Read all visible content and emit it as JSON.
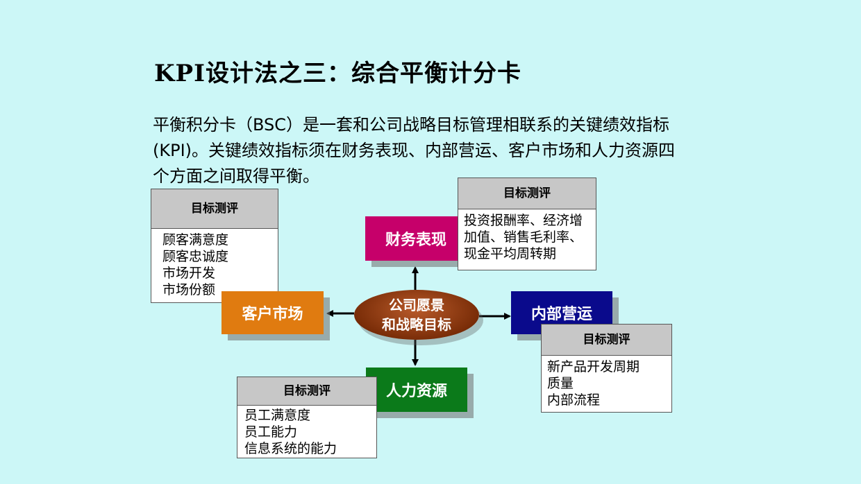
{
  "title": "KPI设计法之三：综合平衡计分卡",
  "intro": {
    "line1": "平衡积分卡（BSC）是一套和公司战略目标管理相联系的关键绩效指标",
    "line2": "(KPI)。关键绩效指标须在财务表现、内部营运、客户市场和人力资源四",
    "line3": "个方面之间取得平衡。"
  },
  "center": {
    "line1": "公司愿景",
    "line2": "和战略目标"
  },
  "perspectives": {
    "finance": {
      "label": "财务表现",
      "color": "#c6006a"
    },
    "internal": {
      "label": "内部营运",
      "color": "#0a0a8c"
    },
    "customer": {
      "label": "客户市场",
      "color": "#e07b10"
    },
    "hr": {
      "label": "人力资源",
      "color": "#0b7a1a"
    }
  },
  "boxes": {
    "customer": {
      "header": "目标测评",
      "items": [
        "顾客满意度",
        "顾客忠诚度",
        "市场开发",
        "市场份额"
      ]
    },
    "finance": {
      "header": "目标测评",
      "items": [
        "投资报酬率、经济增",
        "加值、销售毛利率、",
        "现金平均周转期"
      ]
    },
    "internal": {
      "header": "目标测评",
      "items": [
        "新产品开发周期",
        "质量",
        "内部流程"
      ]
    },
    "hr": {
      "header": "目标测评",
      "items": [
        "员工满意度",
        "员工能力",
        "信息系统的能力"
      ]
    }
  }
}
